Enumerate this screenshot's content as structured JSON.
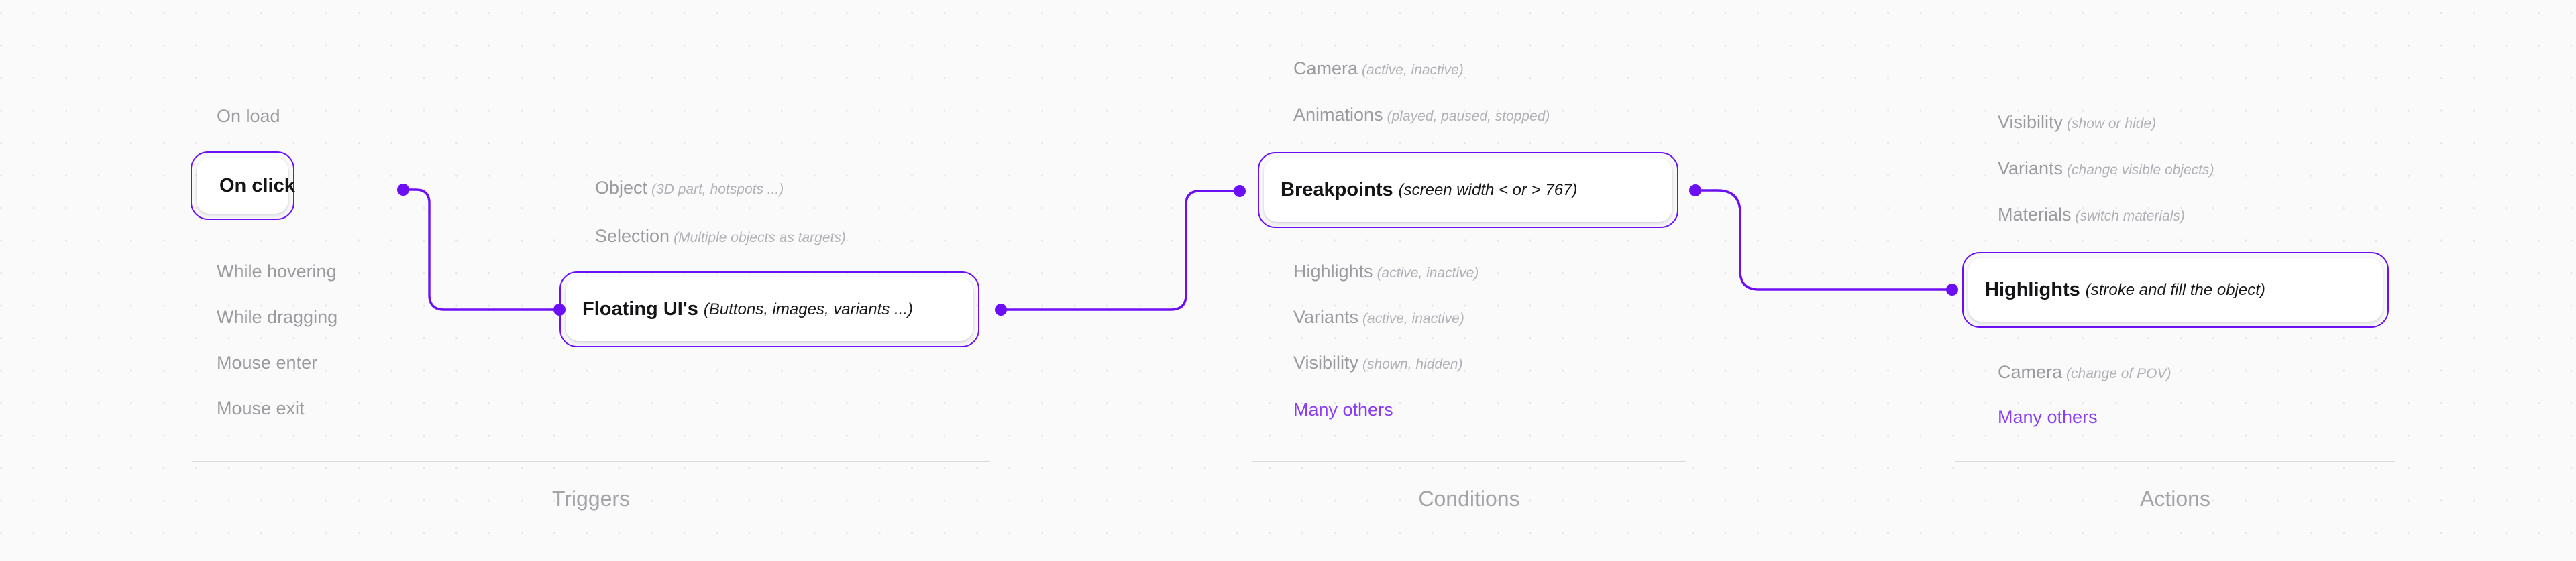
{
  "theme": {
    "accent": "#6d0ff5",
    "accent_light": "#8b3df5",
    "canvas_bg": "#fafafb",
    "dot_color": "#e8e8ea",
    "muted_text": "#9a9a9f",
    "muted_desc": "#b0b0b6",
    "card_text": "#141417",
    "divider": "#d9d9de"
  },
  "columns": [
    {
      "id": "triggers",
      "label": "Triggers",
      "items": [
        {
          "title": "On load",
          "desc": "",
          "selected": false,
          "accent": false
        },
        {
          "title": "On click",
          "desc": "",
          "selected": true,
          "accent": false
        },
        {
          "title": "While hovering",
          "desc": "",
          "selected": false,
          "accent": false
        },
        {
          "title": "While dragging",
          "desc": "",
          "selected": false,
          "accent": false
        },
        {
          "title": "Mouse enter",
          "desc": "",
          "selected": false,
          "accent": false
        },
        {
          "title": "Mouse exit",
          "desc": "",
          "selected": false,
          "accent": false
        }
      ],
      "items_b": [
        {
          "title": "Object",
          "desc": "(3D part, hotspots ...)",
          "selected": false,
          "accent": false
        },
        {
          "title": "Selection",
          "desc": "(Multiple objects as targets)",
          "selected": false,
          "accent": false
        },
        {
          "title": "Floating UI's",
          "desc": "(Buttons, images, variants ...)",
          "selected": true,
          "accent": false
        }
      ]
    },
    {
      "id": "conditions",
      "label": "Conditions",
      "items": [
        {
          "title": "Camera",
          "desc": "(active, inactive)",
          "selected": false,
          "accent": false
        },
        {
          "title": "Animations",
          "desc": "(played, paused, stopped)",
          "selected": false,
          "accent": false
        },
        {
          "title": "Breakpoints",
          "desc": "(screen width < or > 767)",
          "selected": true,
          "accent": false
        },
        {
          "title": "Highlights",
          "desc": "(active, inactive)",
          "selected": false,
          "accent": false
        },
        {
          "title": "Variants",
          "desc": "(active, inactive)",
          "selected": false,
          "accent": false
        },
        {
          "title": "Visibility",
          "desc": "(shown, hidden)",
          "selected": false,
          "accent": false
        },
        {
          "title": "Many others",
          "desc": "",
          "selected": false,
          "accent": true
        }
      ]
    },
    {
      "id": "actions",
      "label": "Actions",
      "items": [
        {
          "title": "Visibility",
          "desc": "(show or hide)",
          "selected": false,
          "accent": false
        },
        {
          "title": "Variants",
          "desc": "(change visible objects)",
          "selected": false,
          "accent": false
        },
        {
          "title": "Materials",
          "desc": "(switch materials)",
          "selected": false,
          "accent": false
        },
        {
          "title": "Highlights",
          "desc": "(stroke and fill the object)",
          "selected": true,
          "accent": false
        },
        {
          "title": "Camera",
          "desc": "(change of POV)",
          "selected": false,
          "accent": false
        },
        {
          "title": "Many others",
          "desc": "",
          "selected": false,
          "accent": true
        }
      ]
    }
  ],
  "connections": [
    {
      "from": "On click",
      "to": "Floating UI's"
    },
    {
      "from": "Floating UI's",
      "to": "Breakpoints"
    },
    {
      "from": "Breakpoints",
      "to": "Highlights"
    }
  ]
}
